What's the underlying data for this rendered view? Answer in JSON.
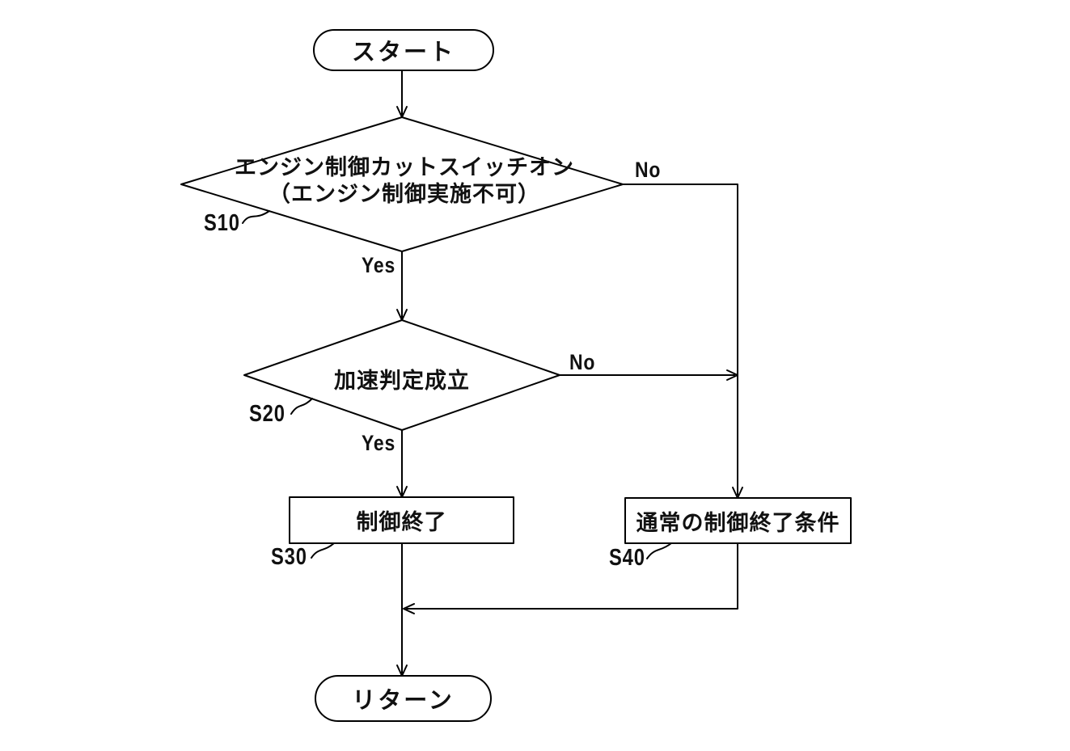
{
  "diagram": {
    "type": "flowchart",
    "colors": {
      "background": "#ffffff",
      "line": "#000000",
      "text": "#111111"
    },
    "nodes": {
      "start": {
        "shape": "terminal",
        "label": "スタート"
      },
      "s10": {
        "shape": "decision",
        "step": "S10",
        "label_line1": "エンジン制御カットスイッチオン",
        "label_line2": "（エンジン制御実施不可）"
      },
      "s20": {
        "shape": "decision",
        "step": "S20",
        "label": "加速判定成立"
      },
      "s30": {
        "shape": "process",
        "step": "S30",
        "label": "制御終了"
      },
      "s40": {
        "shape": "process",
        "step": "S40",
        "label": "通常の制御終了条件"
      },
      "return": {
        "shape": "terminal",
        "label": "リターン"
      }
    },
    "edges": {
      "s10_yes": "Yes",
      "s10_no": "No",
      "s20_yes": "Yes",
      "s20_no": "No"
    }
  }
}
